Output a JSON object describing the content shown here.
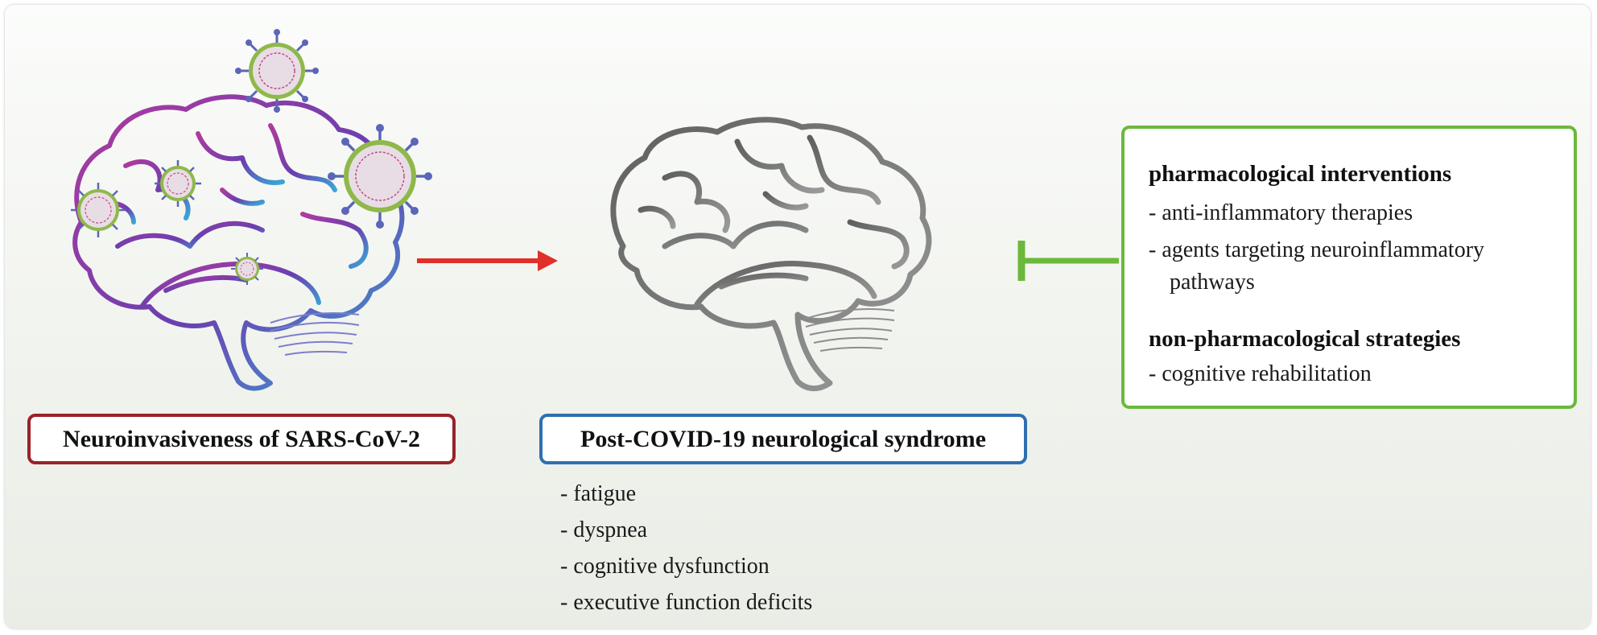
{
  "labels": {
    "left": "Neuroinvasiveness of SARS-CoV-2",
    "middle": "Post-COVID-19 neurological syndrome"
  },
  "symptoms": [
    "- fatigue",
    "- dyspnea",
    "- cognitive dysfunction",
    "- executive function deficits"
  ],
  "treatment": {
    "pharm_heading": "pharmacological interventions",
    "pharm_items": [
      "- anti-inflammatory therapies",
      "- agents targeting neuroinflammatory",
      "pathways"
    ],
    "nonpharm_heading": "non-pharmacological strategies",
    "nonpharm_items": [
      "- cognitive rehabilitation"
    ]
  },
  "colors": {
    "left_border": "#9a2228",
    "middle_border": "#2f6fb0",
    "treatment_border": "#6bb93c",
    "arrow": "#e0302a",
    "inhibition": "#6bb93c",
    "virus_spike": "#5b66b8",
    "virus_ring": "#8fb84a"
  },
  "icons": [
    "colored-brain-icon",
    "virus-icon",
    "grey-brain-icon",
    "arrow-right-icon",
    "inhibition-bar-icon"
  ]
}
